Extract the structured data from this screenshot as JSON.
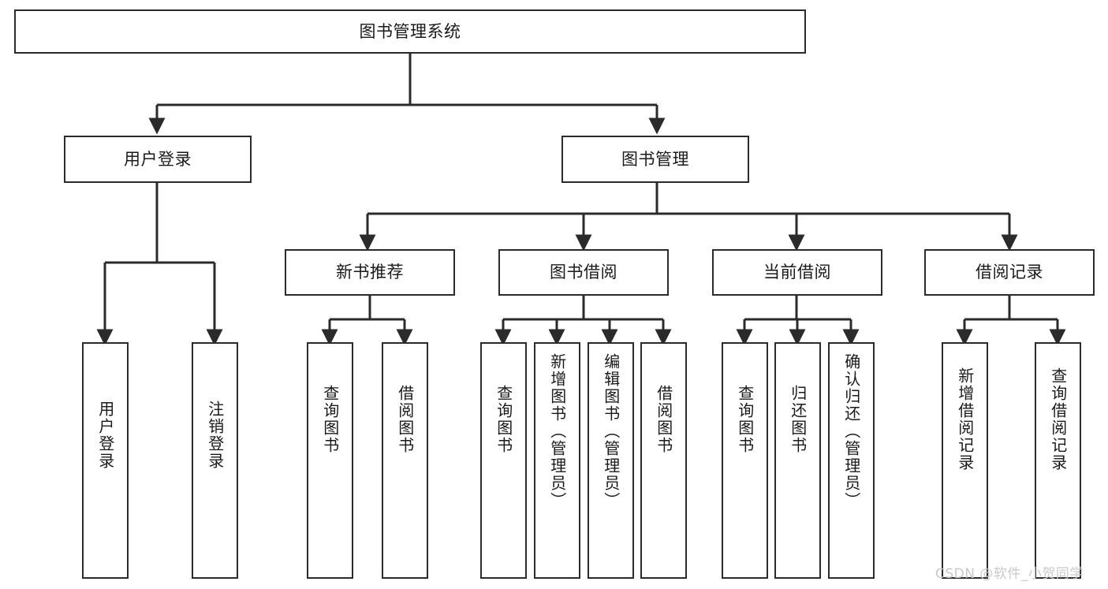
{
  "diagram": {
    "type": "tree-hierarchy-diagram",
    "title": "图书管理系统",
    "root": {
      "id": "root",
      "label": "图书管理系统"
    },
    "level1": [
      {
        "id": "user-login",
        "label": "用户登录"
      },
      {
        "id": "book-management",
        "label": "图书管理"
      }
    ],
    "level2": [
      {
        "id": "new-book-recommend",
        "label": "新书推荐",
        "parent": "book-management"
      },
      {
        "id": "book-borrow",
        "label": "图书借阅",
        "parent": "book-management"
      },
      {
        "id": "current-borrow",
        "label": "当前借阅",
        "parent": "book-management"
      },
      {
        "id": "borrow-record",
        "label": "借阅记录",
        "parent": "book-management"
      }
    ],
    "leaves": {
      "user_login": [
        {
          "id": "leaf-user-login",
          "label": "用户登录"
        },
        {
          "id": "leaf-logout-login",
          "label": "注销登录"
        }
      ],
      "new_book_recommend": [
        {
          "id": "leaf-query-book-1",
          "label": "查询图书"
        },
        {
          "id": "leaf-borrow-book-1",
          "label": "借阅图书"
        }
      ],
      "book_borrow": [
        {
          "id": "leaf-query-book-2",
          "label": "查询图书"
        },
        {
          "id": "leaf-add-book",
          "label": "新增图书（管理员）"
        },
        {
          "id": "leaf-edit-book",
          "label": "编辑图书（管理员）"
        },
        {
          "id": "leaf-borrow-book-2",
          "label": "借阅图书"
        }
      ],
      "current_borrow": [
        {
          "id": "leaf-query-book-3",
          "label": "查询图书"
        },
        {
          "id": "leaf-return-book",
          "label": "归还图书"
        },
        {
          "id": "leaf-confirm-return",
          "label": "确认归还（管理员）"
        }
      ],
      "borrow_record": [
        {
          "id": "leaf-add-record",
          "label": "新增借阅记录"
        },
        {
          "id": "leaf-query-record",
          "label": "查询借阅记录"
        }
      ]
    }
  },
  "watermark": {
    "text": "CSDN @软件_小贺同学"
  },
  "colors": {
    "stroke": "#2b2b2b",
    "background": "#ffffff",
    "text": "#1a1a1a",
    "watermark": "#c9c9c9"
  }
}
